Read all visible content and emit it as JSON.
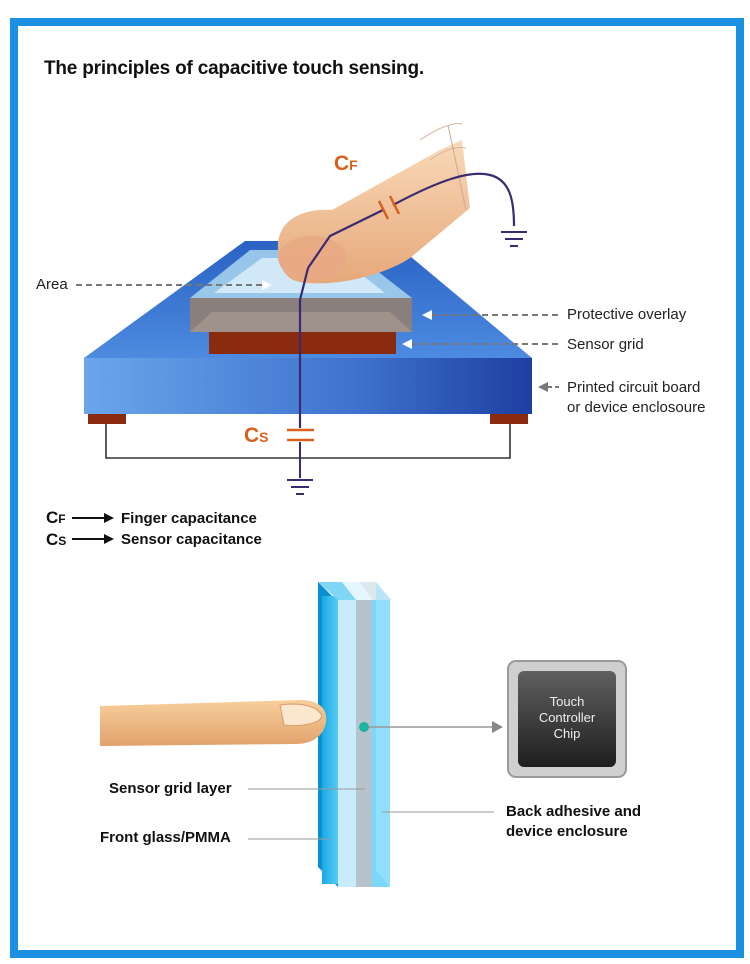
{
  "title": "The principles of capacitive touch sensing.",
  "labels": {
    "area": "Area",
    "protective_overlay": "Protective overlay",
    "sensor_grid": "Sensor grid",
    "pcb_line1": "Printed circuit board",
    "pcb_line2": "or device enclosoure"
  },
  "capacitors": {
    "cf_main": "C",
    "cf_sub": "F",
    "cs_main": "C",
    "cs_sub": "S"
  },
  "legend": [
    {
      "sym": "C",
      "sub": "F",
      "text": "Finger capacitance"
    },
    {
      "sym": "C",
      "sub": "S",
      "text": "Sensor capacitance"
    }
  ],
  "lower": {
    "sensor_grid_layer": "Sensor grid layer",
    "front_glass": "Front glass/PMMA",
    "back_adhesive_line1": "Back adhesive and",
    "back_adhesive_line2": "device enclosure",
    "chip_text": "Touch\nController\nChip"
  },
  "colors": {
    "frame": "#1b8fe2",
    "board": "#3f78cf",
    "sensor": "#8a2a0e",
    "cap_label": "#d9601c",
    "wire": "#3a2b70"
  }
}
